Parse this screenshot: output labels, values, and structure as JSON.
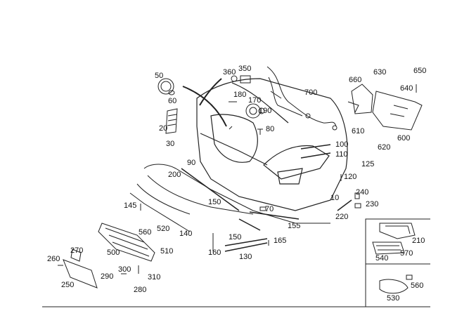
{
  "diagram": {
    "labels": [
      "50",
      "60",
      "20",
      "30",
      "360",
      "350",
      "180",
      "170",
      "190",
      "80",
      "700",
      "660",
      "630",
      "650",
      "640",
      "610",
      "620",
      "600",
      "100",
      "110",
      "125",
      "120",
      "90",
      "200",
      "150",
      "145",
      "70",
      "10",
      "240",
      "230",
      "220",
      "155",
      "140",
      "560",
      "520",
      "510",
      "500",
      "150",
      "160",
      "165",
      "130",
      "270",
      "260",
      "250",
      "290",
      "300",
      "310",
      "280",
      "210",
      "540",
      "570",
      "560",
      "530"
    ]
  }
}
